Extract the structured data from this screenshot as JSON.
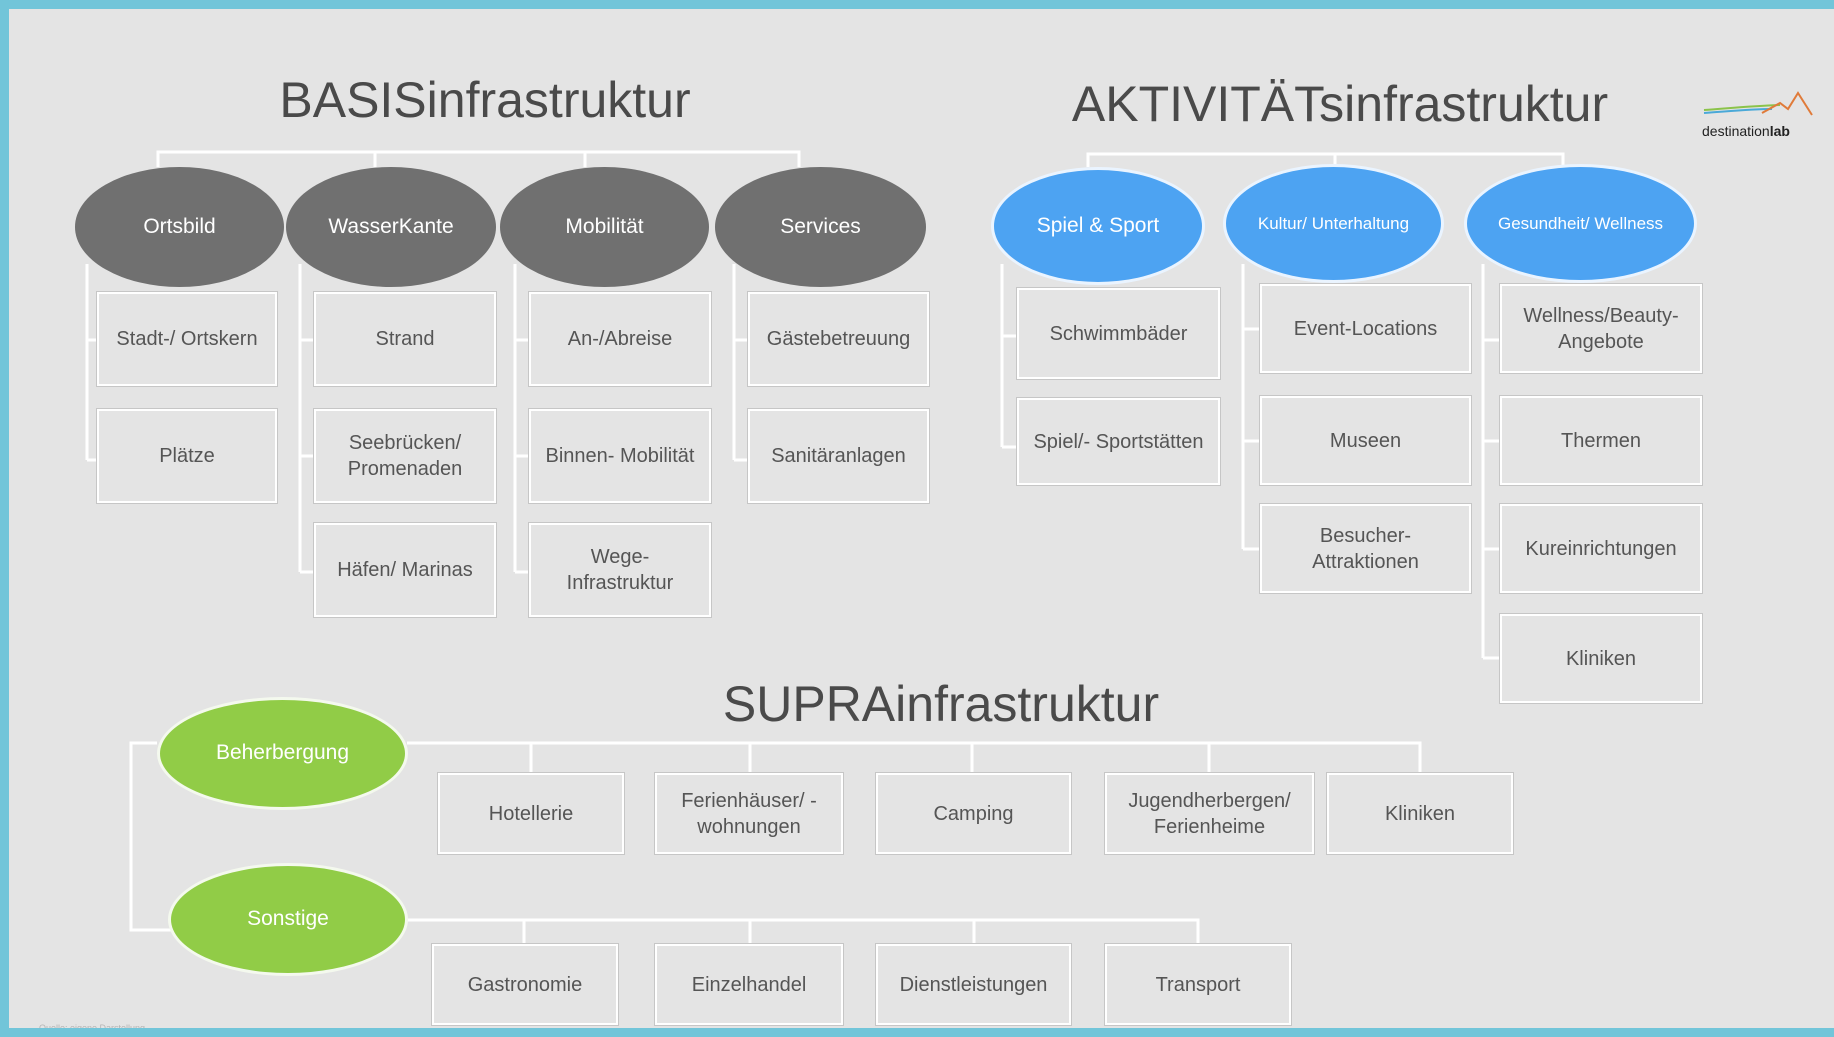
{
  "basis": {
    "title": "BASISinfrastruktur",
    "categories": [
      {
        "label": "Ortsbild",
        "items": [
          "Stadt-/ Ortskern",
          "Plätze"
        ]
      },
      {
        "label": "WasserKante",
        "items": [
          "Strand",
          "Seebrücken/ Promenaden",
          "Häfen/ Marinas"
        ]
      },
      {
        "label": "Mobilität",
        "items": [
          "An-/Abreise",
          "Binnen- Mobilität",
          "Wege- Infrastruktur"
        ]
      },
      {
        "label": "Services",
        "items": [
          "Gästebetreuung",
          "Sanitäranlagen"
        ]
      }
    ]
  },
  "aktivitaet": {
    "title": "AKTIVITÄTsinfrastruktur",
    "categories": [
      {
        "label": "Spiel & Sport",
        "items": [
          "Schwimmbäder",
          "Spiel/- Sportstätten"
        ]
      },
      {
        "label": "Kultur/ Unterhaltung",
        "items": [
          "Event-Locations",
          "Museen",
          "Besucher- Attraktionen"
        ]
      },
      {
        "label": "Gesundheit/ Wellness",
        "items": [
          "Wellness/Beauty- Angebote",
          "Thermen",
          "Kureinrichtungen",
          "Kliniken"
        ]
      }
    ]
  },
  "supra": {
    "title": "SUPRAinfrastruktur",
    "rows": [
      {
        "label": "Beherbergung",
        "items": [
          "Hotellerie",
          "Ferienhäuser/ -wohnungen",
          "Camping",
          "Jugendherbergen/ Ferienheime",
          "Kliniken"
        ]
      },
      {
        "label": "Sonstige",
        "items": [
          "Gastronomie",
          "Einzelhandel",
          "Dienstleistungen",
          "Transport"
        ]
      }
    ]
  },
  "logo": {
    "text_light": "destination",
    "text_bold": "lab"
  },
  "source_note": "Quelle: eigene Darstellung",
  "colors": {
    "border": "#72c5d9",
    "background": "#e4e4e4",
    "basis": "#707070",
    "aktivitaet": "#4da3f2",
    "supra": "#91cc47"
  }
}
